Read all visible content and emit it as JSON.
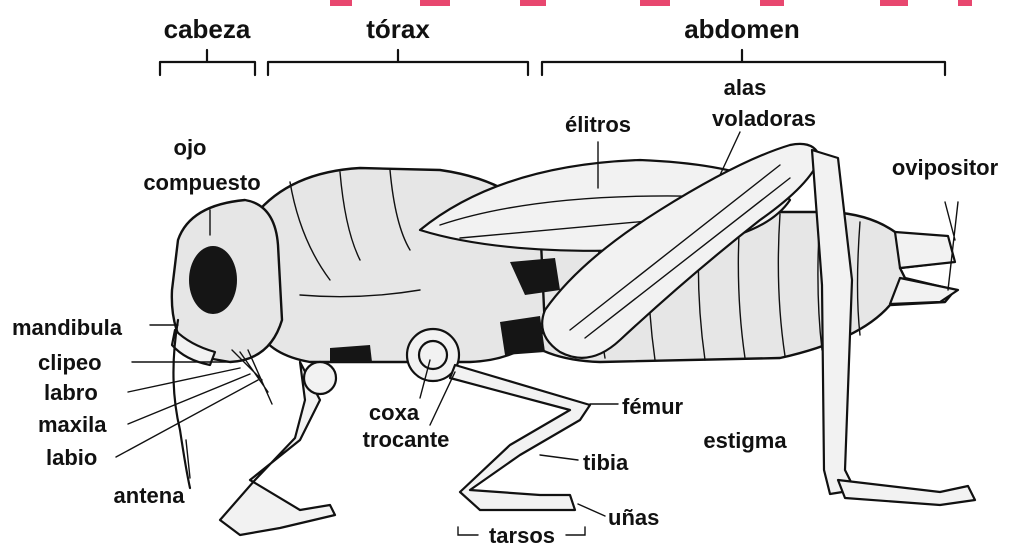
{
  "sections": {
    "head": "cabeza",
    "thorax": "tórax",
    "abdomen": "abdomen"
  },
  "labels": {
    "compound_eye_1": "ojo",
    "compound_eye_2": "compuesto",
    "elytra": "élitros",
    "flight_wings_1": "alas",
    "flight_wings_2": "voladoras",
    "ovipositor": "ovipositor",
    "mandible": "mandibula",
    "clypeus": "clipeo",
    "labrum": "labro",
    "maxilla": "maxila",
    "labium": "labio",
    "antenna": "antena",
    "coxa": "coxa",
    "trochanter": "trocante",
    "femur": "fémur",
    "tibia": "tibia",
    "tarsi": "tarsos",
    "claws": "uñas",
    "stigma": "estigma"
  }
}
